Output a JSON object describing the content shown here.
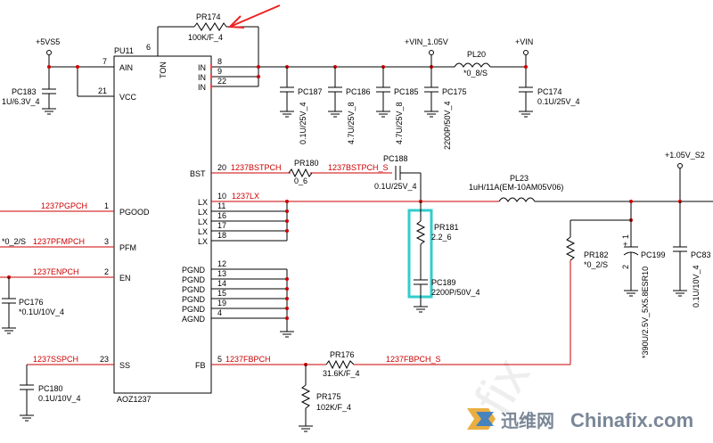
{
  "ic": {
    "ref": "PU11",
    "part": "AOZ1237",
    "pins_left": [
      {
        "num": "7",
        "name": "AIN"
      },
      {
        "num": "21",
        "name": "VCC"
      },
      {
        "num": "1",
        "name": "PGOOD"
      },
      {
        "num": "3",
        "name": "PFM"
      },
      {
        "num": "2",
        "name": "EN"
      },
      {
        "num": "23",
        "name": "SS"
      }
    ],
    "pins_right": [
      {
        "num": "8",
        "name": "IN"
      },
      {
        "num": "9",
        "name": "IN"
      },
      {
        "num": "22",
        "name": "IN"
      },
      {
        "num": "20",
        "name": "BST"
      },
      {
        "num": "10",
        "name": "LX"
      },
      {
        "num": "11",
        "name": "LX"
      },
      {
        "num": "16",
        "name": "LX"
      },
      {
        "num": "17",
        "name": "LX"
      },
      {
        "num": "18",
        "name": "LX"
      },
      {
        "num": "12",
        "name": "PGND"
      },
      {
        "num": "13",
        "name": "PGND"
      },
      {
        "num": "14",
        "name": "PGND"
      },
      {
        "num": "15",
        "name": "PGND"
      },
      {
        "num": "19",
        "name": "PGND"
      },
      {
        "num": "4",
        "name": "AGND"
      },
      {
        "num": "5",
        "name": "FB"
      }
    ],
    "pin_top": {
      "num": "6",
      "name": "TON"
    }
  },
  "power": {
    "v5vs5": "+5VS5",
    "vin105": "+VIN_1.05V",
    "vin": "+VIN",
    "v105s2": "+1.05V_S2"
  },
  "nets": {
    "pgood": "1237PGPCH",
    "pfm": "1237PFMPCH",
    "pfm_prefix": "*0_2/S",
    "en": "1237ENPCH",
    "ss": "1237SSPCH",
    "bst": "1237BSTPCH",
    "bst_s": "1237BSTPCH_S",
    "lx": "1237LX",
    "fb": "1237FBPCH",
    "fb_s": "1237FBPCH_S"
  },
  "parts": {
    "pr174": {
      "ref": "PR174",
      "val": "100K/F_4"
    },
    "pc183": {
      "ref": "PC183",
      "val": "1U/6.3V_4"
    },
    "pc187": {
      "ref": "PC187",
      "val": "0.1U/25V_4"
    },
    "pc186": {
      "ref": "PC186",
      "val": "4.7U/25V_8"
    },
    "pc185": {
      "ref": "PC185",
      "val": "4.7U/25V_8"
    },
    "pc175": {
      "ref": "PC175",
      "val": "2200P/50V_4"
    },
    "pl20": {
      "ref": "PL20",
      "val": "*0_8/S"
    },
    "pc174": {
      "ref": "PC174",
      "val": "0.1U/25V_4"
    },
    "pr180": {
      "ref": "PR180",
      "val": "0_6"
    },
    "pc188": {
      "ref": "PC188",
      "val": "0.1U/25V_4"
    },
    "pl23": {
      "ref": "PL23",
      "val": "1uH/11A(EM-10AM05V06)"
    },
    "pr181": {
      "ref": "PR181",
      "val": "2.2_6"
    },
    "pc189": {
      "ref": "PC189",
      "val": "2200P/50V_4"
    },
    "pr182": {
      "ref": "PR182",
      "val": "*0_2/S"
    },
    "pc199": {
      "ref": "PC199",
      "val": "*390U/2.5V_5X5.8ESR10",
      "pin1": "1",
      "pin2": "2"
    },
    "pc83": {
      "ref": "PC83",
      "val": "0.1U/10V_4"
    },
    "pc176": {
      "ref": "PC176",
      "val": "*0.1U/10V_4"
    },
    "pc180": {
      "ref": "PC180",
      "val": "0.1U/10V_4"
    },
    "pr176": {
      "ref": "PR176",
      "val": "31.6K/F_4"
    },
    "pr175": {
      "ref": "PR175",
      "val": "102K/F_4"
    }
  },
  "watermark": {
    "cn": "迅维网",
    "en": "Chinafix.com"
  },
  "colors": {
    "wire": "#000000",
    "net": "#cc0000",
    "highlight": "#33cccc",
    "arrow": "#ee2222"
  }
}
